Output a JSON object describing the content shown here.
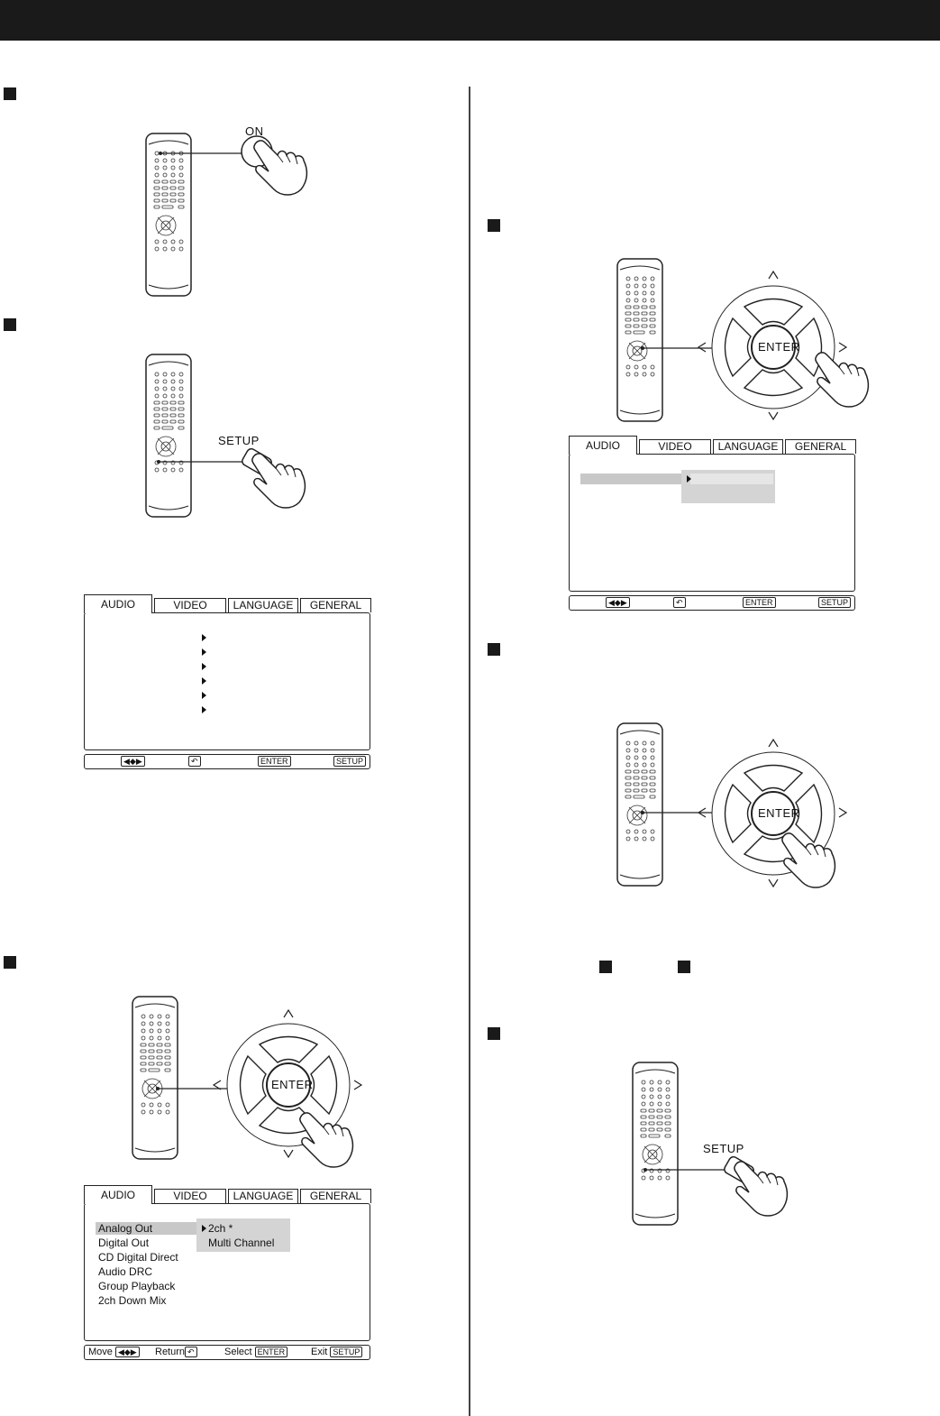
{
  "remote_labels": {
    "on": "ON",
    "setup": "SETUP",
    "enter": "ENTER"
  },
  "osd": {
    "tabs": [
      "AUDIO",
      "VIDEO",
      "LANGUAGE",
      "GENERAL"
    ],
    "audio_items": [
      "Analog Out",
      "Digital Out",
      "CD Digital Direct",
      "Audio DRC",
      "Group Playback",
      "2ch Down Mix"
    ],
    "analog_out_options": [
      "2ch *",
      "Multi Channel"
    ],
    "footer": {
      "move": "Move",
      "return": "Return",
      "select": "Select",
      "exit": "Exit",
      "enter_key": "ENTER",
      "setup_key": "SETUP"
    }
  },
  "colors": {
    "header_bar": "#1a1a1a",
    "highlight": "#c8c8c8"
  }
}
